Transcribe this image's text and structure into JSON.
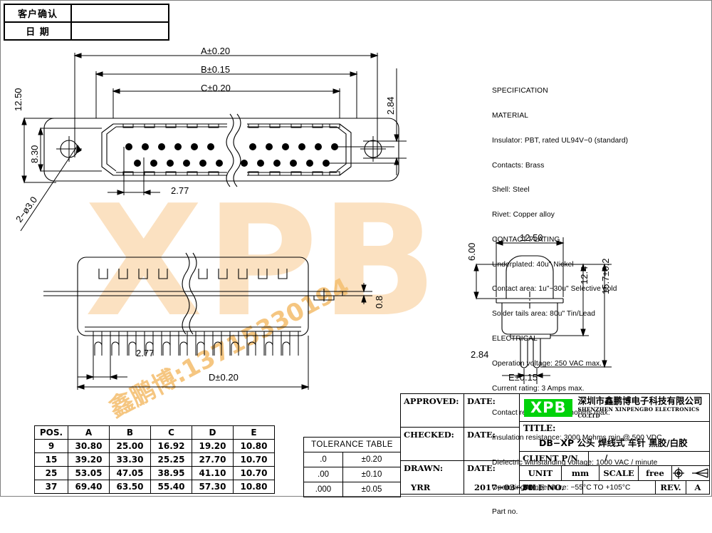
{
  "customer_block": {
    "rows": [
      {
        "label": "客户确认",
        "value": ""
      },
      {
        "label": "日  期",
        "value": ""
      }
    ]
  },
  "specification": {
    "lines": [
      "SPECIFICATION",
      "MATERIAL",
      "Insulator: PBT, rated UL94V−0 (standard)",
      "Contacts: Brass",
      "Shell: Steel",
      "Rivet: Copper alloy",
      "CONTACT PLATING",
      "Underplated: 40u\" Nickel",
      "Contact area: 1u\"~30u\" Selective gold",
      "Solder tails area: 80u\" Tin/Lead",
      "ELECTRICAL",
      "Operation voltage: 250 VAC max.",
      "Current rating: 3 Amps max.",
      "Contact resistance: 15 mohms max.",
      "Insulation resistance: 3000 Mohms min @ 500 VDC",
      "Dielectric withstanding voltage: 1000 VAC / minute",
      "Operating temperature: −55°C TO +105°C",
      "Part no."
    ]
  },
  "top_view": {
    "dimensions": {
      "a": "A±0.20",
      "b": "B±0.15",
      "c": "C±0.20",
      "height_overall": "12.50",
      "height_inner": "8.30",
      "pitch": "2.77",
      "hole_note": "2−ø3.0",
      "right_offset": "2.84"
    }
  },
  "front_view": {
    "dimensions": {
      "pitch": "2.77",
      "overall": "D±0.20",
      "flange_thickness": "0.8"
    }
  },
  "side_view": {
    "dimensions": {
      "width": "12.50",
      "shell_height": "6.00",
      "body_height": "12.4",
      "total_height": "15.7±0.2",
      "tail_offset": "2.84",
      "tail_pitch": "E±0.15"
    }
  },
  "dimension_table": {
    "headers": [
      "POS.",
      "A",
      "B",
      "C",
      "D",
      "E"
    ],
    "rows": [
      [
        "9",
        "30.80",
        "25.00",
        "16.92",
        "19.20",
        "10.80"
      ],
      [
        "15",
        "39.20",
        "33.30",
        "25.25",
        "27.70",
        "10.70"
      ],
      [
        "25",
        "53.05",
        "47.05",
        "38.95",
        "41.10",
        "10.70"
      ],
      [
        "37",
        "69.40",
        "63.50",
        "55.40",
        "57.30",
        "10.80"
      ]
    ]
  },
  "tolerance_table": {
    "title": "TOLERANCE  TABLE",
    "rows": [
      [
        ".0",
        "±0.20"
      ],
      [
        ".00",
        "±0.10"
      ],
      [
        ".000",
        "±0.05"
      ]
    ]
  },
  "title_block": {
    "approved_label": "APPROVED:",
    "approved_value": "",
    "approved_date_label": "DATE:",
    "approved_date_value": "",
    "checked_label": "CHECKED:",
    "checked_value": "",
    "checked_date_label": "DATE:",
    "checked_date_value": "",
    "drawn_label": "DRAWN:",
    "drawn_value": "YRR",
    "drawn_date_label": "DATE:",
    "drawn_date_value": "2017−03−30",
    "logo_text": "XPB",
    "logo_color": "#00D20A",
    "company_cn": "深圳市鑫鹏博电子科技有限公司",
    "company_en": "SHENZHEN XINPENGBO ELECTRONICS CO.LTD",
    "title_label": "TITLE:",
    "title_value": "DB−XP 公头 焊线式 车针 黑胶/白胶",
    "client_pn_label": "CLIENT P/N",
    "client_pn_value": "/",
    "unit_label": "UNIT",
    "unit_value": "mm",
    "scale_label": "SCALE",
    "scale_value": "free",
    "file_no_label": "FILE NO.",
    "file_no_value": "",
    "rev_label": "REV.",
    "rev_value": "A"
  },
  "watermark": {
    "logo": "XPB",
    "text": "鑫鹏博:13715330194"
  }
}
